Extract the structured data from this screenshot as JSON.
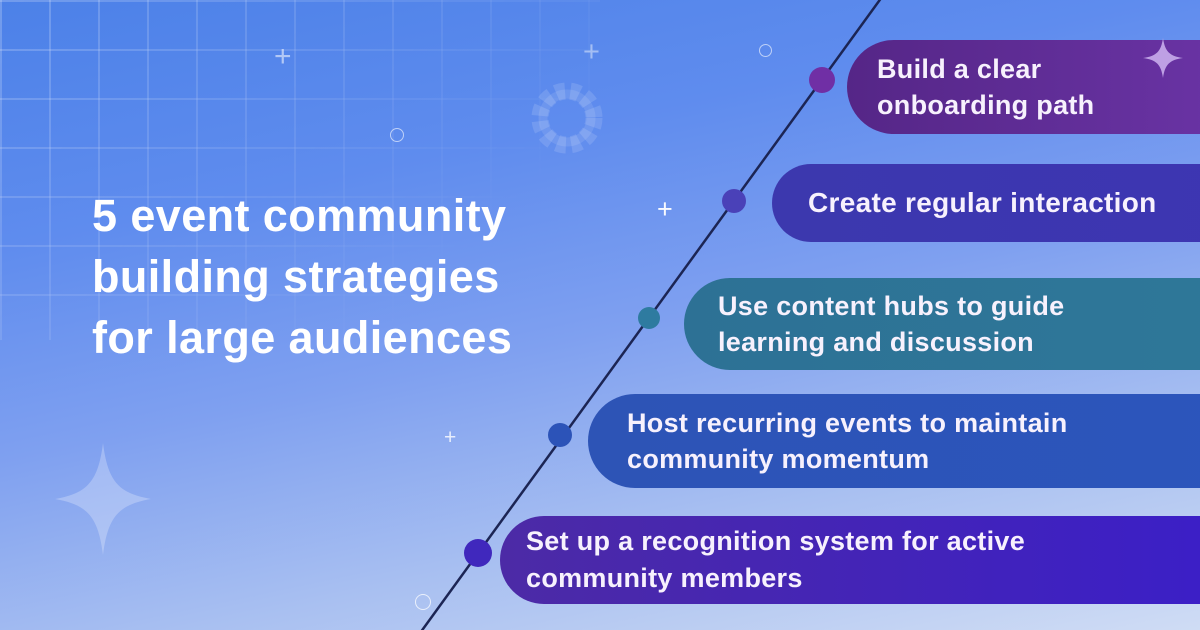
{
  "title": {
    "number": "5",
    "line1_rest": " event community",
    "line2": "building strategies",
    "line3": "for large audiences"
  },
  "strategies": [
    {
      "label": "Build a clear\nonboarding path",
      "pill_start": "#552687",
      "pill_end": "#6c35a8",
      "dot": "#702fa5"
    },
    {
      "label": "Create regular interaction",
      "pill_start": "#3c38ae",
      "pill_end": "#3d35b2",
      "dot": "#4a41b8"
    },
    {
      "label": "Use content hubs to guide\nlearning and discussion",
      "pill_start": "#2d7195",
      "pill_end": "#2e7899",
      "dot": "#2e7ba0"
    },
    {
      "label": "Host recurring events to maintain\ncommunity momentum",
      "pill_start": "#2d54b6",
      "pill_end": "#2c55bc",
      "dot": "#2c53b8"
    },
    {
      "label": "Set up a recognition system for active\ncommunity members",
      "pill_start": "#4c2aa6",
      "pill_end": "#3a1ec9",
      "dot": "#4028bd"
    }
  ],
  "colors": {
    "line": "#1c2554",
    "title_text": "#ffffff",
    "pill_text": "#f7f1fd",
    "bg_top": "#4c81e8",
    "bg_bottom": "#cfdcf4"
  },
  "decorations": {
    "plus_icon": "+",
    "circle_icon": "○",
    "gear_icon": "⚙",
    "sparkle_icon": "✦"
  }
}
